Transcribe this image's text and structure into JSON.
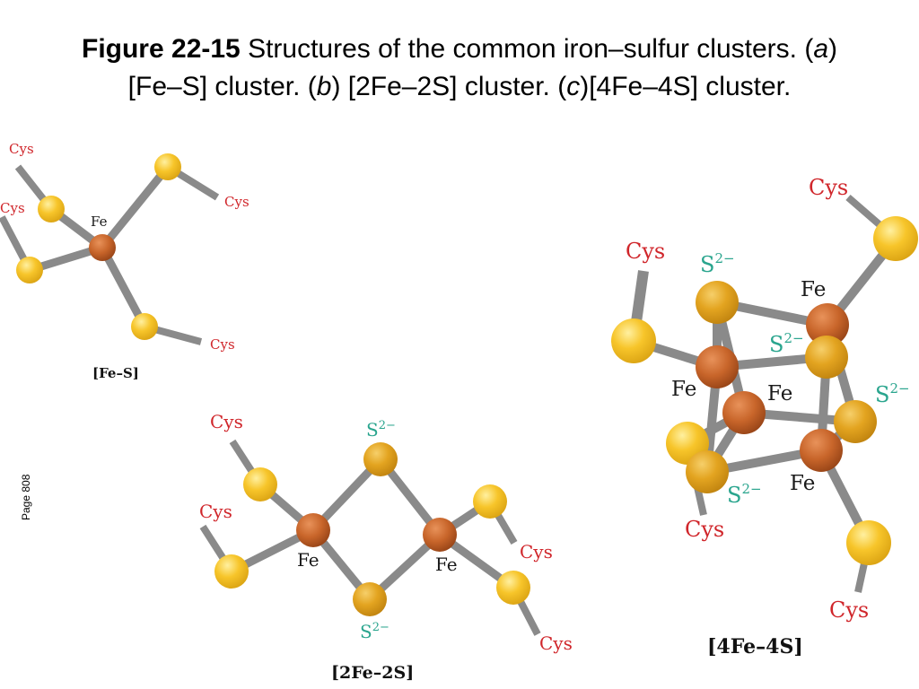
{
  "title": {
    "figure_number": "Figure 22-15",
    "p1": " Structures of the common iron–sulfur clusters. (",
    "a": "a",
    "p2": ")",
    "p3": "[Fe–S] cluster. (",
    "b": "b",
    "p4": ") [2Fe–2S] cluster. (",
    "c": "c",
    "p5": ")[4Fe–4S] cluster."
  },
  "page_label": "Page 808",
  "labels": {
    "cys": "Cys",
    "fe": "Fe",
    "s_base": "S",
    "s_charge": "2−"
  },
  "captions": {
    "fes": "[Fe–S]",
    "fe2s2": "[2Fe–2S]",
    "fe4s4": "[4Fe–4S]"
  },
  "colors": {
    "iron": "#c8652a",
    "sulfur_cys": "#f7c52a",
    "sulfur_inorganic": "#e3a420",
    "bond": "#8a8a8a",
    "cys_label": "#d0262b",
    "sulfide_label": "#2aa58e"
  }
}
